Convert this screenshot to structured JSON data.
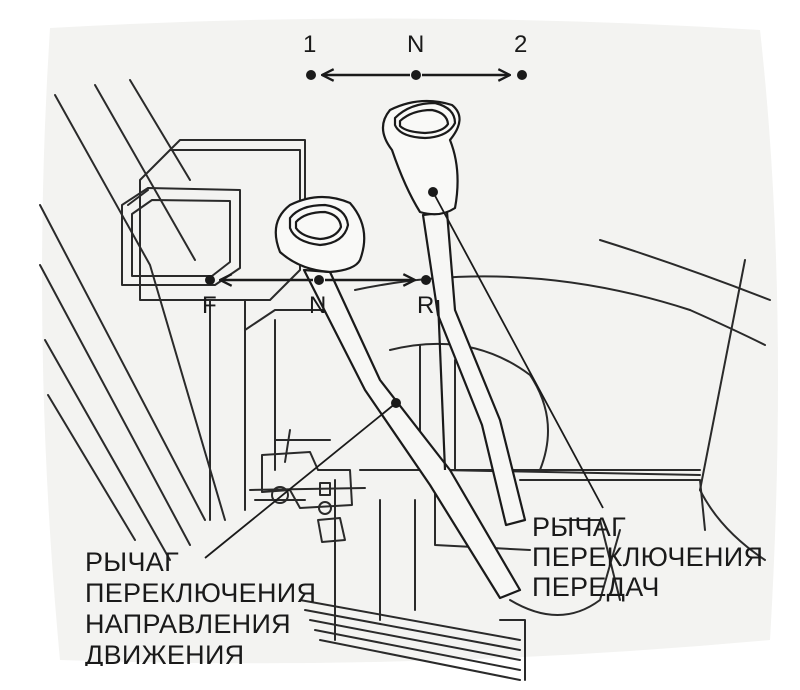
{
  "gear_positions": [
    "1",
    "N",
    "2"
  ],
  "direction_positions": [
    "F",
    "N",
    "R"
  ],
  "gear_lever_label": [
    "РЫЧАГ",
    "ПЕРЕКЛЮЧЕНИЯ",
    "ПЕРЕДАЧ"
  ],
  "direction_lever_label": [
    "РЫЧАГ",
    "ПЕРЕКЛЮЧЕНИЯ",
    "НАПРАВЛЕНИЯ",
    "ДВИЖЕНИЯ"
  ],
  "colors": {
    "paper": "#f3f3f1",
    "ink": "#1a1a1a"
  },
  "icons": [
    "arrow-double-icon",
    "position-dot-icon"
  ]
}
